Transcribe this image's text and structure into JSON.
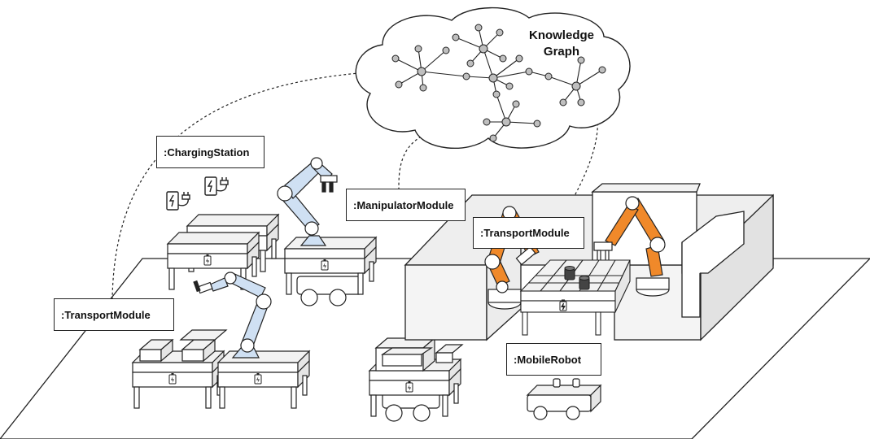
{
  "knowledge_graph": {
    "title_line1": "Knowledge",
    "title_line2": "Graph"
  },
  "labels": {
    "charging_station": ":ChargingStation",
    "manipulator_module": ":ManipulatorModule",
    "transport_module_right": ":TransportModule",
    "transport_module_left": ":TransportModule",
    "mobile_robot": ":MobileRobot"
  },
  "colors": {
    "manipulator_arm": "#cfe0f3",
    "industrial_arm": "#f0892a",
    "node_fill": "#bfbfbf",
    "outline": "#222222",
    "floor": "#ffffff",
    "cell_wall": "#e6e6e6"
  },
  "icons": [
    "battery-charger-icon",
    "battery-icon",
    "plug-icon"
  ]
}
